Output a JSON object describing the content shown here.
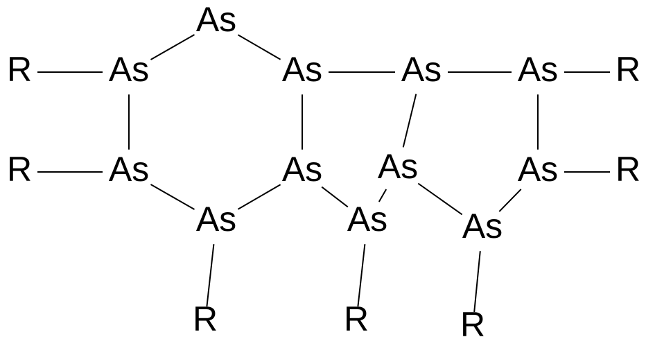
{
  "molecule": {
    "colors": {
      "ink": "#000000",
      "background": "#ffffff"
    },
    "atoms": [
      {
        "id": "as_top",
        "element": "As",
        "label": "As"
      },
      {
        "id": "as_upper_left",
        "element": "As",
        "label": "As"
      },
      {
        "id": "as_upper_mid",
        "element": "As",
        "label": "As"
      },
      {
        "id": "as_upper_r1",
        "element": "As",
        "label": "As"
      },
      {
        "id": "as_upper_r2",
        "element": "As",
        "label": "As"
      },
      {
        "id": "as_mid_left",
        "element": "As",
        "label": "As"
      },
      {
        "id": "as_mid_center",
        "element": "As",
        "label": "As"
      },
      {
        "id": "as_mid_r1",
        "element": "As",
        "label": "As"
      },
      {
        "id": "as_mid_r2",
        "element": "As",
        "label": "As"
      },
      {
        "id": "as_low_1",
        "element": "As",
        "label": "As"
      },
      {
        "id": "as_low_2",
        "element": "As",
        "label": "As"
      },
      {
        "id": "as_low_3",
        "element": "As",
        "label": "As"
      },
      {
        "id": "r_upper_left",
        "element": "R",
        "label": "R"
      },
      {
        "id": "r_upper_right",
        "element": "R",
        "label": "R"
      },
      {
        "id": "r_mid_left",
        "element": "R",
        "label": "R"
      },
      {
        "id": "r_mid_right",
        "element": "R",
        "label": "R"
      },
      {
        "id": "r_bottom_1",
        "element": "R",
        "label": "R"
      },
      {
        "id": "r_bottom_2",
        "element": "R",
        "label": "R"
      },
      {
        "id": "r_bottom_3",
        "element": "R",
        "label": "R"
      }
    ],
    "bonds": [
      [
        "as_top",
        "as_upper_left"
      ],
      [
        "as_top",
        "as_upper_mid"
      ],
      [
        "as_upper_left",
        "as_mid_left"
      ],
      [
        "as_upper_mid",
        "as_mid_center"
      ],
      [
        "as_upper_mid",
        "as_upper_r1"
      ],
      [
        "as_upper_r1",
        "as_upper_r2"
      ],
      [
        "as_upper_r1",
        "as_mid_r1"
      ],
      [
        "as_upper_r2",
        "as_mid_r2"
      ],
      [
        "as_mid_left",
        "as_low_1"
      ],
      [
        "as_mid_center",
        "as_low_1"
      ],
      [
        "as_mid_center",
        "as_low_2"
      ],
      [
        "as_mid_r1",
        "as_low_2"
      ],
      [
        "as_mid_r1",
        "as_low_3"
      ],
      [
        "as_mid_r2",
        "as_low_3"
      ],
      [
        "r_upper_left",
        "as_upper_left"
      ],
      [
        "as_upper_r2",
        "r_upper_right"
      ],
      [
        "r_mid_left",
        "as_mid_left"
      ],
      [
        "as_mid_r2",
        "r_mid_right"
      ],
      [
        "as_low_1",
        "r_bottom_1"
      ],
      [
        "as_low_2",
        "r_bottom_2"
      ],
      [
        "as_low_3",
        "r_bottom_3"
      ]
    ]
  }
}
